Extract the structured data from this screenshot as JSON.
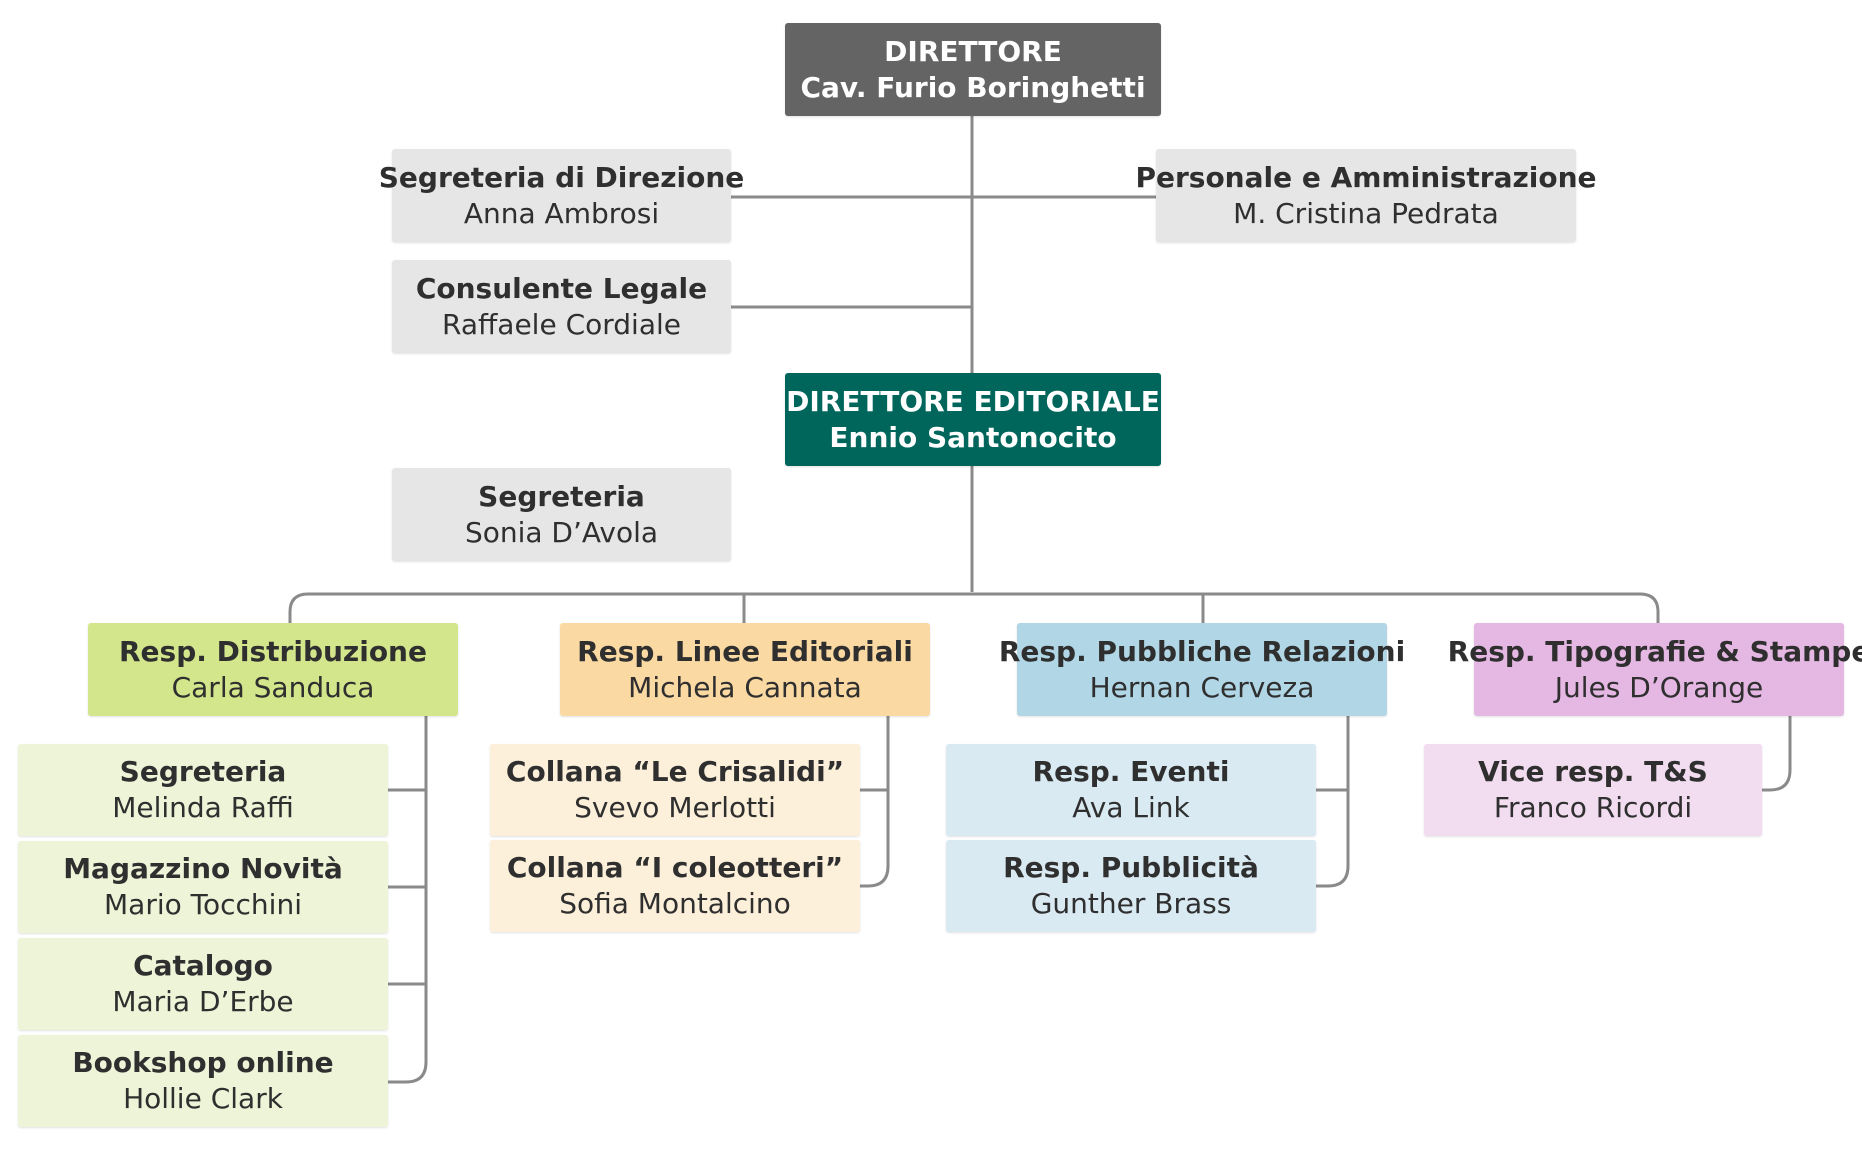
{
  "director": {
    "role": "DIRETTORE",
    "name": "Cav. Furio Boringhetti"
  },
  "staff": {
    "segreteria_direzione": {
      "role": "Segreteria di Direzione",
      "name": "Anna Ambrosi"
    },
    "personale": {
      "role": "Personale e Amministrazione",
      "name": "M. Cristina Pedrata"
    },
    "legale": {
      "role": "Consulente Legale",
      "name": "Raffaele Cordiale"
    }
  },
  "editorial_director": {
    "role": "DIRETTORE EDITORIALE",
    "name": "Ennio Santonocito"
  },
  "editorial_secretary": {
    "role": "Segreteria",
    "name": "Sonia D’Avola"
  },
  "departments": [
    {
      "head": {
        "role": "Resp. Distribuzione",
        "name": "Carla Sanduca"
      },
      "color": "#d4e68c",
      "members": [
        {
          "role": "Segreteria",
          "name": "Melinda Raffi"
        },
        {
          "role": "Magazzino Novità",
          "name": "Mario Tocchini"
        },
        {
          "role": "Catalogo",
          "name": "Maria D’Erbe"
        },
        {
          "role": "Bookshop online",
          "name": "Hollie Clark"
        }
      ]
    },
    {
      "head": {
        "role": "Resp. Linee Editoriali",
        "name": "Michela Cannata"
      },
      "color": "#fbd9a3",
      "members": [
        {
          "role": "Collana “Le Crisalidi”",
          "name": "Svevo Merlotti"
        },
        {
          "role": "Collana “I coleotteri”",
          "name": "Sofia Montalcino"
        }
      ]
    },
    {
      "head": {
        "role": "Resp. Pubbliche Relazioni",
        "name": "Hernan Cerveza"
      },
      "color": "#b1d7e7",
      "members": [
        {
          "role": "Resp. Eventi",
          "name": "Ava Link"
        },
        {
          "role": "Resp. Pubblicità",
          "name": "Gunther Brass"
        }
      ]
    },
    {
      "head": {
        "role": "Resp. Tipografie & Stampe",
        "name": "Jules D’Orange"
      },
      "color": "#e5b7e3",
      "members": [
        {
          "role": "Vice resp. T&S",
          "name": "Franco Ricordi"
        }
      ]
    }
  ],
  "colors": {
    "director": "#646464",
    "editorial": "#00665c",
    "staff": "#e6e6e6",
    "connector": "#8a8a8a"
  }
}
